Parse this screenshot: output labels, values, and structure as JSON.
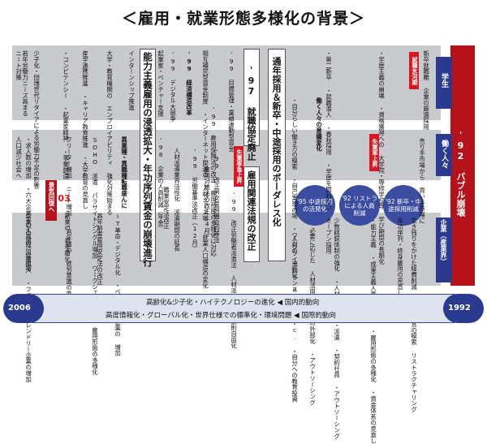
{
  "title": "＜雇用・就業形態多様化の背景＞",
  "timeline": {
    "start_year": "2006",
    "end_year": "1992",
    "line1": "高齢化&少子化・ハイテクノロジーの進化 ◀ 国内的動向",
    "line2": "高度情報化・グローバル化・世界仕様での標準化・環境問題 ◀ 国際的動向"
  },
  "right_labels": {
    "student": "学生",
    "workers": "働く人々",
    "company": "企業（産業界）",
    "bubble": "'92 バブル崩壊"
  },
  "left_labels": {
    "keiki": "景気回復へ",
    "year03": "'03"
  },
  "tags": {
    "hyogaki": "就職氷河期",
    "shitsugyo": "失業率上昇",
    "shitsugyo2": "失業率急上昇"
  },
  "circles": {
    "c95": "'95 中途採用の活発化",
    "c92a": "'92 リストラによる人員削減",
    "c92b": "'92 新卒・中途採用削減"
  },
  "big_texts": {
    "noryoku": "能力主義雇用の浸透拡大・年功序列賃金の崩壊進行",
    "shushoku": "'97 就職協定廃止",
    "kanren": "雇用関連法規の改正",
    "tsunen": "通年採用＆新卒・中途採用のボーダレス化"
  },
  "columns": {
    "student_new": "新卒就職難 企業の厳選採用",
    "student_intent": "・学歴主義の崩壊 ・資格獲得への 大学院・専修学校等 学び期間の長期化",
    "worker_intent": "・第二新卒 ・就職浪人 ・春秋採用 ・学歴を問わない オープン採用",
    "worker_awareness": "働く人々の意識変化",
    "worker_tenshoku": "・自分らしい働き方の模索 ・自己実現の場 ・ワークライフバランス 契約etc. ・自分への教育投資",
    "worker_buyer": "売り手市場から 買い手市場に",
    "company_main": "生き残りをかけた経費削減 効率的経営の模索 リストラクチャリング",
    "company_sub": "年功序列・終身雇用の見直し",
    "company_kaikaku": "・能力主義 ・成果主義人事への移行 ・雇用形態の多様化 ・賃金体系の見直し",
    "company_jinji": "少数精鋭体制の強化 ・人材の活用 ・派遣 ・契約社員 ・アウトソーシング",
    "company_hitsuyo": "必要に応じた 人材活用 ・業務の外部化 ・アウトソーシング",
    "company_etc": "人材の 流動化 etc.",
    "seido_kaisei": "'99 改正労働者派遣法 人材派遣業の 原則自由化",
    "koyo_hoho": "'99 改正男女雇用機会均等法",
    "koyo_kaisei": "雇用対策法の改正（4月）",
    "rodo_kijun": "'99 労働基準法改正（12月）",
    "jinzai": "人材派遣業界活性化 派遣期間の延長",
    "shokugyo": "職業安定法改正",
    "koyokeiyaku": "'99 雇用保険法の改正 雇用形態の多様化に対応",
    "inter": "インターンシップ推進",
    "daigaku": "大学・教育機関の エンプロイアビリティ 強化対策始まる",
    "sangaku": "産学連携推進 ・キャリア教育推進 ・大学教育の見直し",
    "sangyo": "・コンピテンシー ・起業家精神 ・事業創造",
    "jigyo": "異業種・異職種転職盛んに",
    "haken": "SOHO 派遣 パラサイトシングル増加 ワークシェアリング 雇用形態の多様化",
    "fukugyo": "フリーター増加 ニート増加 ・若年層の 就労意識の変化",
    "sokai": "副業の 若年層化",
    "koreisha": "高年齢者雇用安定法の改正",
    "shoshi": "少子化・団塊世代リタイアによる労働力不足の影響",
    "jakunen": "若年労働力ニーズ高まる",
    "kigyo_new": "企業が中途採用を拡大 ・ファミリーフレンドリー企業の増加",
    "niit": "ニート対策",
    "kyuujin": "・求人数の増加 ・六大企業での人員の 採用増",
    "jinkou": "人口減少社会へ",
    "digital": "'99 デジタル大競争",
    "keizai": "'99 経済構造改革",
    "kyuyo": "相互補完型賃金制度 ・インターネット関連の 人材ニーズ増 ・就業人口構造の変化",
    "ict": "IT革命・デジタル化 ・ベンチャー企業の 増加",
    "mokuhyo": "'99 目標管理・業績連動型賃金",
    "tenshoku2": "'98 企業の人員削減（年金）",
    "chiiki": "起業家・ベンチャー支援"
  }
}
